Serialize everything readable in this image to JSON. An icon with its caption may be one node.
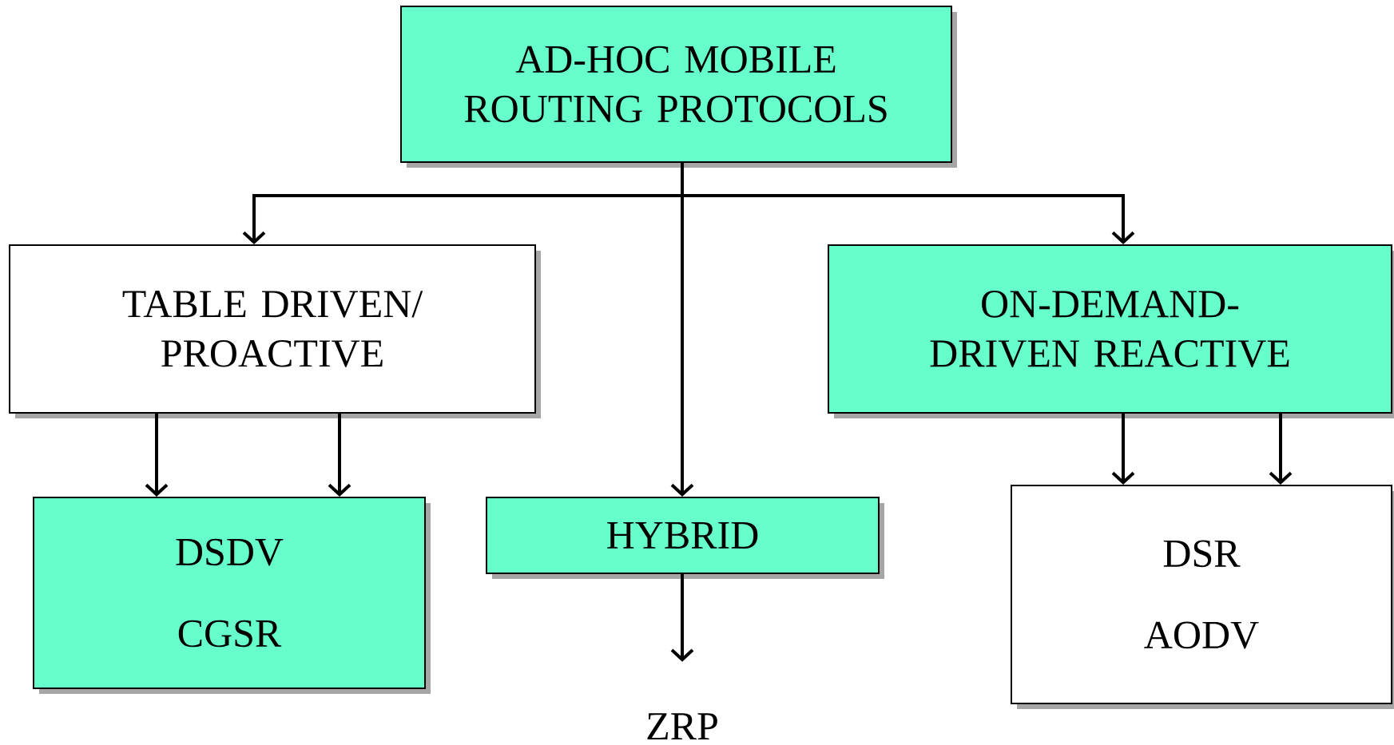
{
  "diagram": {
    "nodes": [
      {
        "text": [
          "AD-HOC MOBILE ROUTING PROTOCOLS"
        ]
      },
      {
        "text": [
          "TABLE DRIVEN/ PROACTIVE"
        ]
      },
      {
        "text": [
          "ON-DEMAND-DRIVEN REACTIVE"
        ]
      },
      {
        "text": [
          "DSDV",
          "CGSR"
        ]
      },
      {
        "text": [
          "HYBRID"
        ]
      },
      {
        "text": [
          "DSR",
          "AODV"
        ]
      },
      {
        "text": [
          "ZRP"
        ]
      }
    ],
    "edges": [
      {
        "from": 0,
        "to": 1,
        "arrow": "to"
      },
      {
        "from": 0,
        "to": 4,
        "arrow": "to"
      },
      {
        "from": 0,
        "to": 2,
        "arrow": "to"
      },
      {
        "from": 1,
        "to": 3,
        "arrow": "to"
      },
      {
        "from": 1,
        "to": 3,
        "arrow": "to"
      },
      {
        "from": 2,
        "to": 5,
        "arrow": "to"
      },
      {
        "from": 2,
        "to": 5,
        "arrow": "to"
      },
      {
        "from": 4,
        "to": 6,
        "arrow": "to"
      }
    ]
  }
}
